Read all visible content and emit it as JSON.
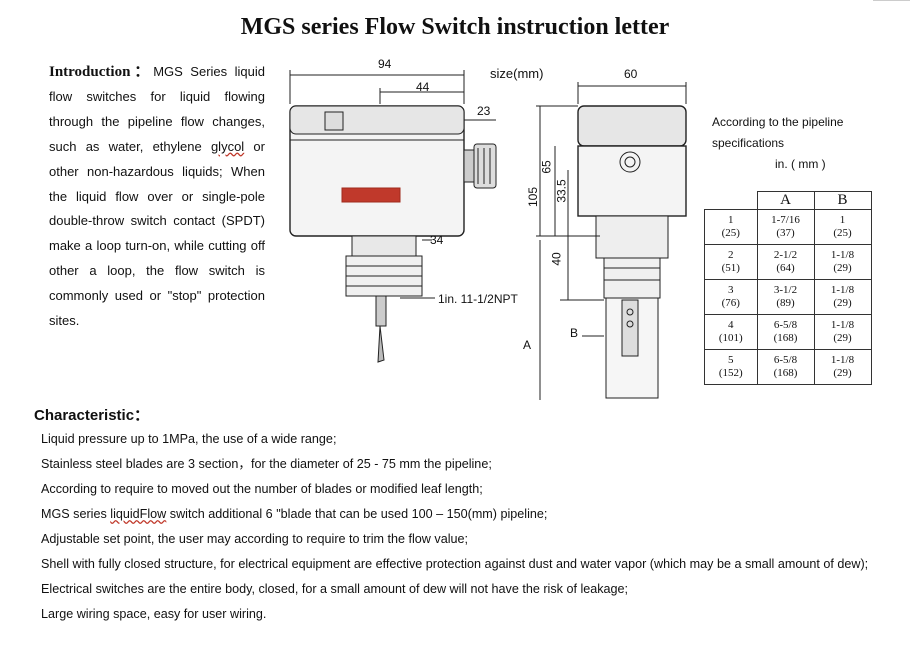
{
  "title": "MGS series Flow Switch instruction letter",
  "intro": {
    "heading": "Introduction：",
    "text_before": "MGS Series liquid flow switches for liquid flowing through the pipeline flow changes, such as water, ethylene ",
    "wavy_word": "glycol",
    "text_after": " or other non-hazardous liquids; When the liquid flow over or single-pole double-throw switch contact (SPDT) make a loop turn-on, while cutting off other a loop, the flow switch is commonly used or \"stop\" protection sites."
  },
  "diagram": {
    "size_label": "size(mm)",
    "dims": {
      "d94": "94",
      "d44": "44",
      "d23": "23",
      "d60": "60",
      "d34": "34",
      "d105": "105",
      "d65": "65",
      "d33_5": "33.5",
      "d40": "40",
      "thread": "1in.  11-1/2NPT",
      "A": "A",
      "B": "B"
    }
  },
  "spec_note": [
    "According to the pipeline",
    "specifications"
  ],
  "unit_label": "in. ( mm )",
  "table": {
    "headers": [
      "",
      "A",
      "B"
    ],
    "rows": [
      {
        "pipe": "1",
        "pipe_mm": "(25)",
        "a": "1-7/16",
        "a_mm": "(37)",
        "b": "1",
        "b_mm": "(25)"
      },
      {
        "pipe": "2",
        "pipe_mm": "(51)",
        "a": "2-1/2",
        "a_mm": "(64)",
        "b": "1-1/8",
        "b_mm": "(29)"
      },
      {
        "pipe": "3",
        "pipe_mm": "(76)",
        "a": "3-1/2",
        "a_mm": "(89)",
        "b": "1-1/8",
        "b_mm": "(29)"
      },
      {
        "pipe": "4",
        "pipe_mm": "(101)",
        "a": "6-5/8",
        "a_mm": "(168)",
        "b": "1-1/8",
        "b_mm": "(29)"
      },
      {
        "pipe": "5",
        "pipe_mm": "(152)",
        "a": "6-5/8",
        "a_mm": "(168)",
        "b": "1-1/8",
        "b_mm": "(29)"
      }
    ]
  },
  "characteristic": {
    "heading": "Characteristic：",
    "items": [
      "Liquid pressure up to 1MPa, the use of a wide range;",
      "Stainless steel blades are 3 section，for the diameter of 25 - 75 mm the pipeline;",
      "According to require to moved out the number of blades or modified leaf length;",
      "Adjustable set point, the user may according to require to trim the flow value;",
      "Shell with fully closed structure, for electrical equipment are effective protection against dust and water vapor (which may be a small amount of dew);",
      "Electrical switches are the entire body, closed, for a small amount of dew will not have the risk of leakage;",
      "Large wiring space, easy for user wiring."
    ],
    "item4_before": "MGS series ",
    "item4_wavy": "liquidFlow",
    "item4_after": " switch additional 6 \"blade that can be used 100 – 150(mm) pipeline;"
  }
}
